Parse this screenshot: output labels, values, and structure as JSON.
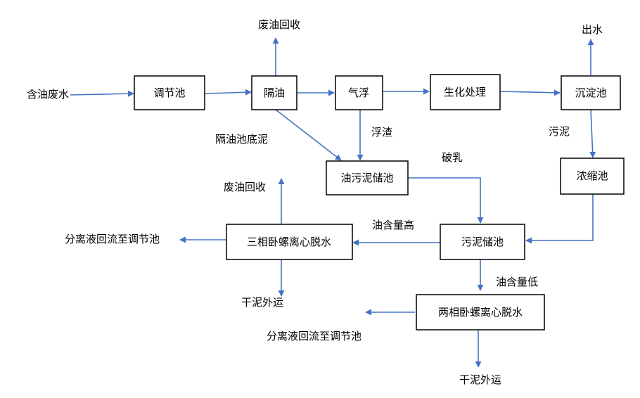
{
  "nodes": {
    "adjust_tank": "调节池",
    "oil_separation": "隔油",
    "air_flotation": "气浮",
    "biochem": "生化处理",
    "sedimentation": "沉淀池",
    "oily_sludge_tank": "油污泥储池",
    "thickening_tank": "浓缩池",
    "sludge_tank": "污泥储池",
    "three_phase_centrifuge": "三相卧螺离心脱水",
    "two_phase_centrifuge": "两相卧螺离心脱水"
  },
  "labels": {
    "oily_wastewater": "含油废水",
    "waste_oil_recovery_top": "废油回收",
    "water_out": "出水",
    "separator_bottom_sludge": "隔油池底泥",
    "float_scum": "浮渣",
    "sludge": "污泥",
    "demulsify": "破乳",
    "waste_oil_recovery_mid": "废油回收",
    "high_oil_content": "油含量高",
    "low_oil_content": "油含量低",
    "liquid_return_left": "分离液回流至调节池",
    "liquid_return_bottom": "分离液回流至调节池",
    "dry_sludge_left": "干泥外运",
    "dry_sludge_bottom": "干泥外运"
  }
}
